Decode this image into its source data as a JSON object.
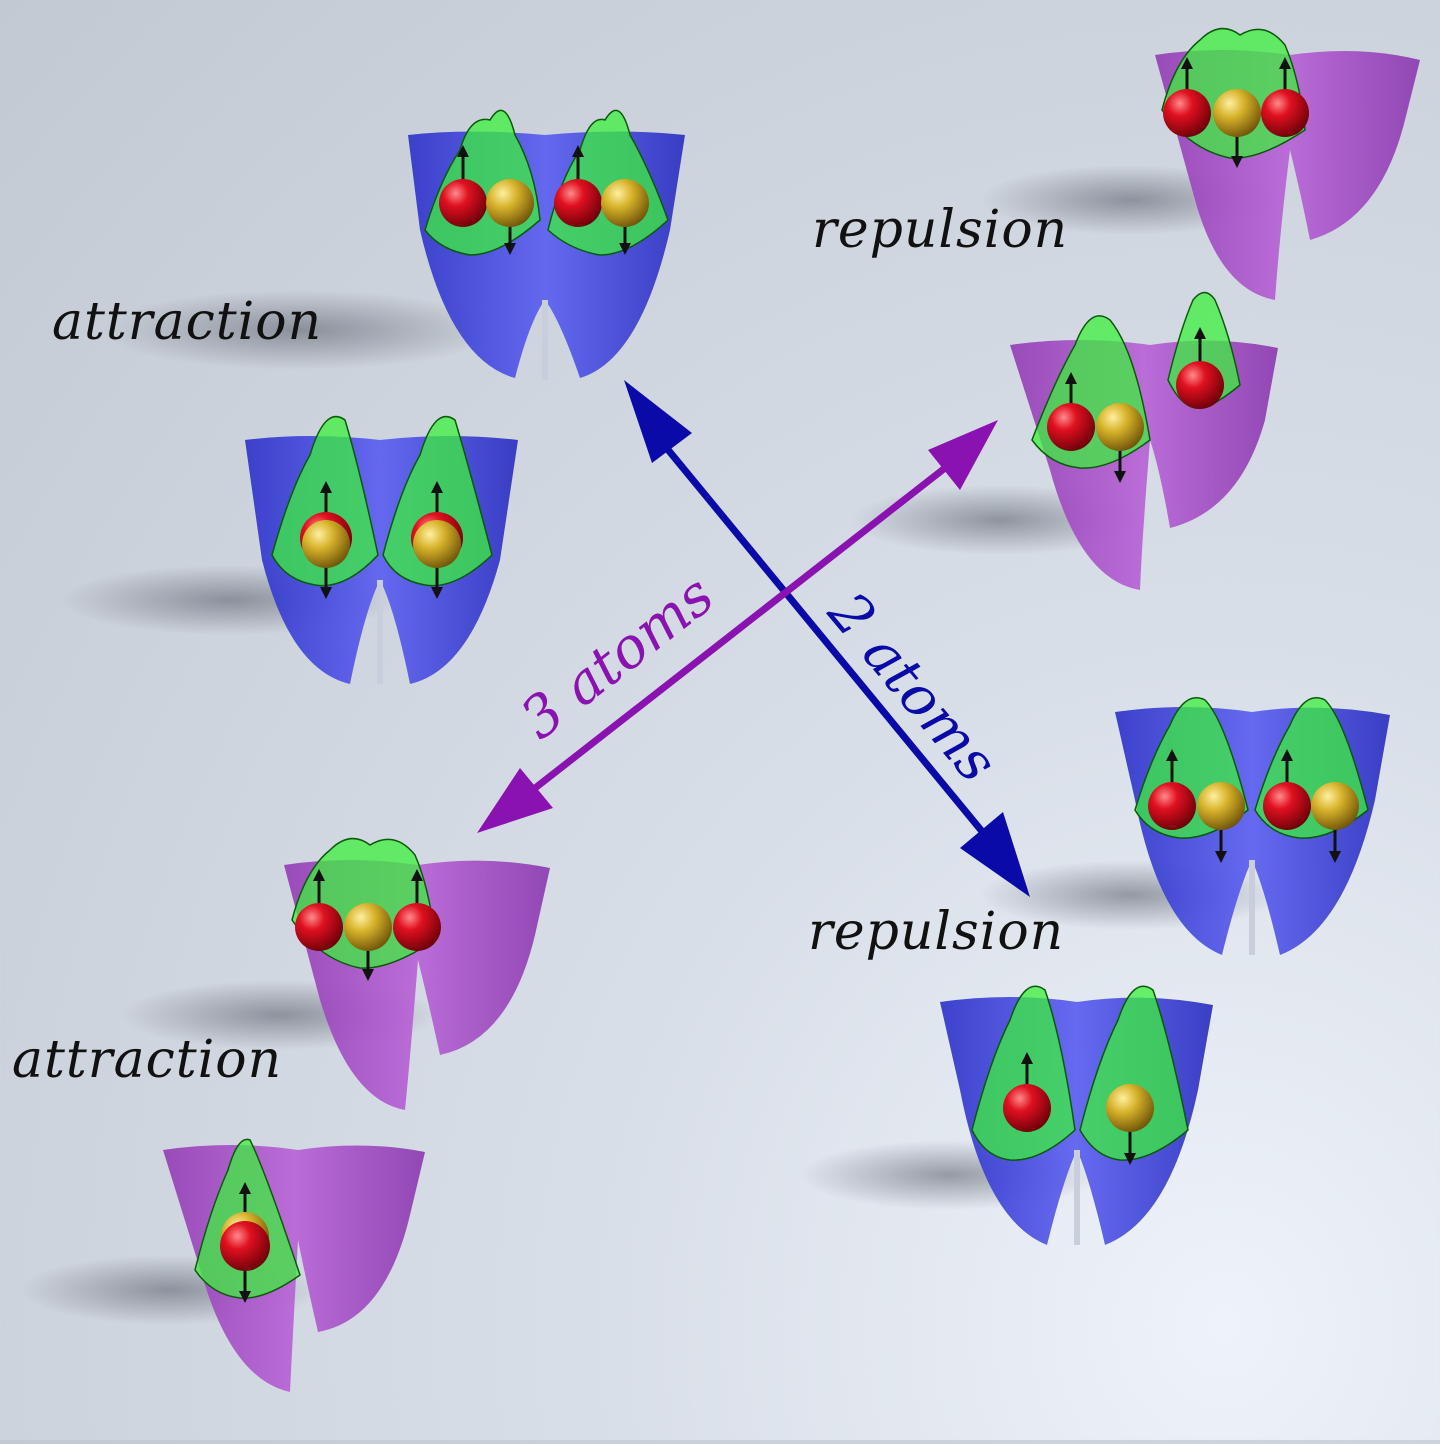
{
  "labels": {
    "attraction_top": "attraction",
    "attraction_bottom": "attraction",
    "repulsion_top": "repulsion",
    "repulsion_bottom": "repulsion",
    "three_atoms": "3 atoms",
    "two_atoms": "2 atoms"
  },
  "colors": {
    "blue_well": "#3a3fd8",
    "purple_well": "#a64fc4",
    "wavefunction": "#33ff33",
    "atom_red": "#e0101e",
    "atom_yellow": "#d9b526",
    "arrow_blue": "#0a0aa8",
    "arrow_purple": "#8a12b0"
  }
}
